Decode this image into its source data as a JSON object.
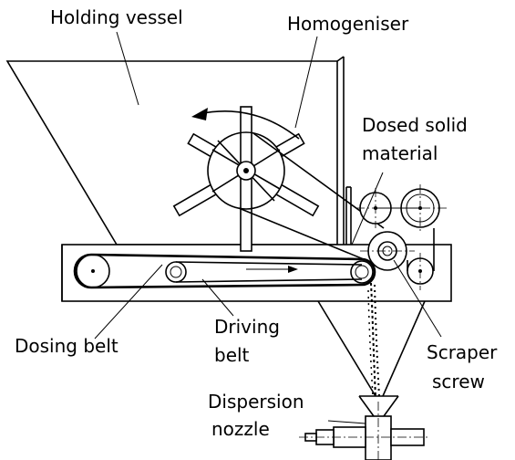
{
  "labels": {
    "holding_vessel": "Holding vessel",
    "homogeniser": "Homogeniser",
    "dosed_solid_line1": "Dosed solid",
    "dosed_solid_line2": "material",
    "dosing_belt": "Dosing belt",
    "driving_belt_line1": "Driving",
    "driving_belt_line2": "belt",
    "scraper_screw_line1": "Scraper",
    "scraper_screw_line2": "screw",
    "dispersion_nozzle_line1": "Dispersion",
    "dispersion_nozzle_line2": "nozzle"
  },
  "colors": {
    "line": "#000000",
    "background": "#ffffff"
  }
}
